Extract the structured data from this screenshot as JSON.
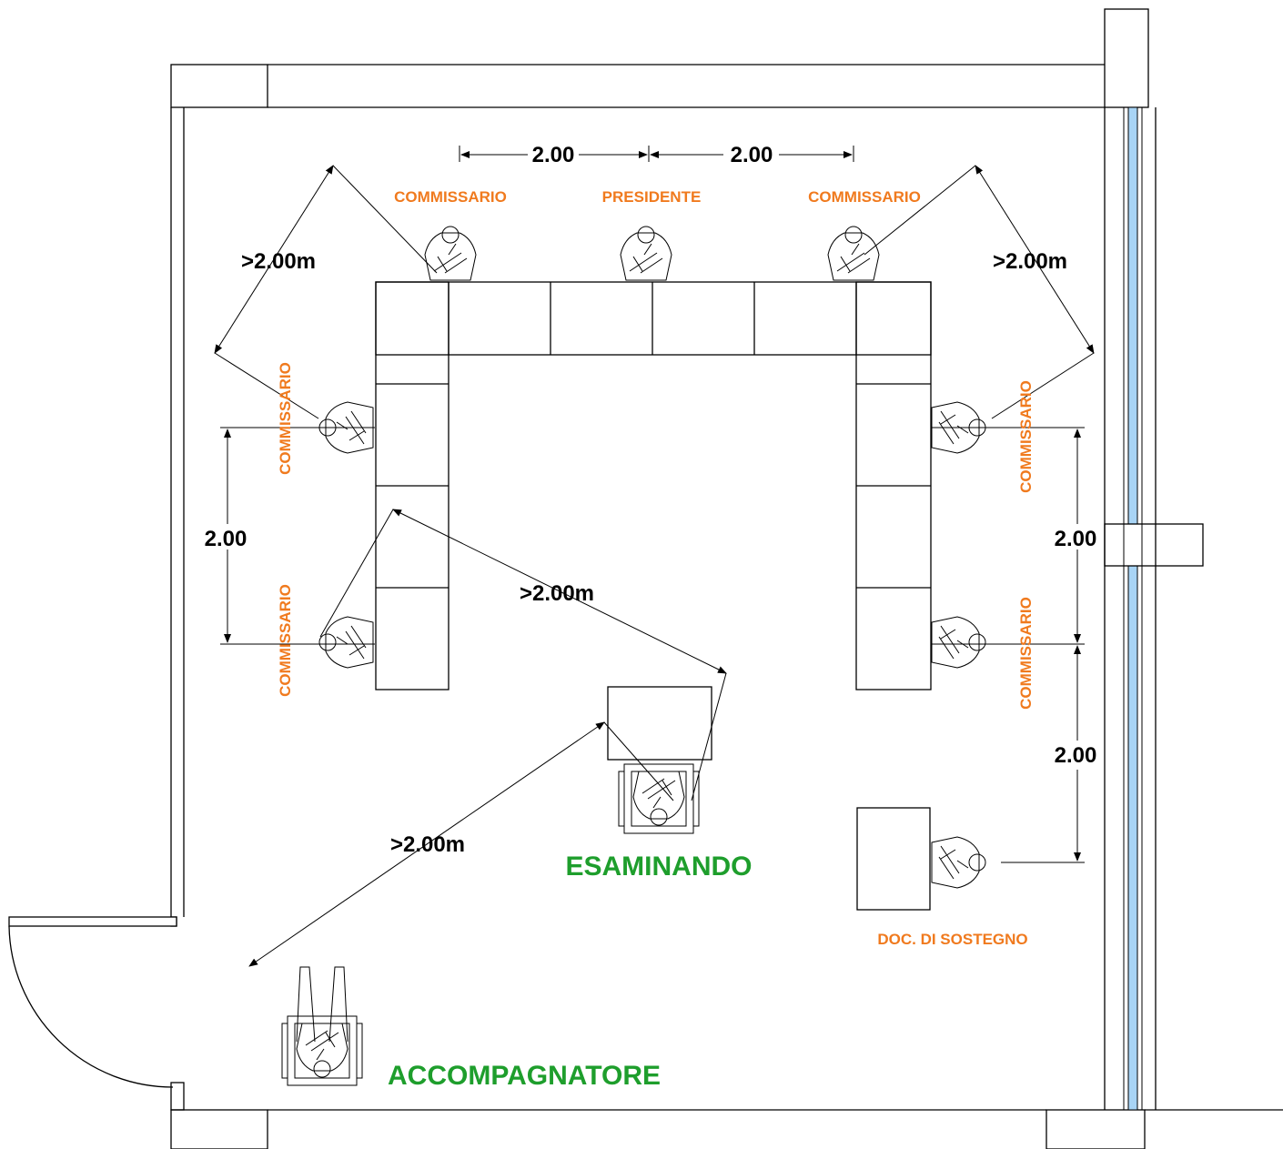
{
  "labels": {
    "commissario": "COMMISSARIO",
    "presidente": "PRESIDENTE",
    "esaminando": "ESAMINANDO",
    "accompagnatore": "ACCOMPAGNATORE",
    "doc_sostegno": "DOC. DI SOSTEGNO"
  },
  "dimensions": {
    "spacing": "2.00",
    "min_distance": ">2.00m"
  },
  "colors": {
    "role_label": "#f07a1e",
    "main_label": "#1e9e2c",
    "glass": "#a8d4f5"
  }
}
